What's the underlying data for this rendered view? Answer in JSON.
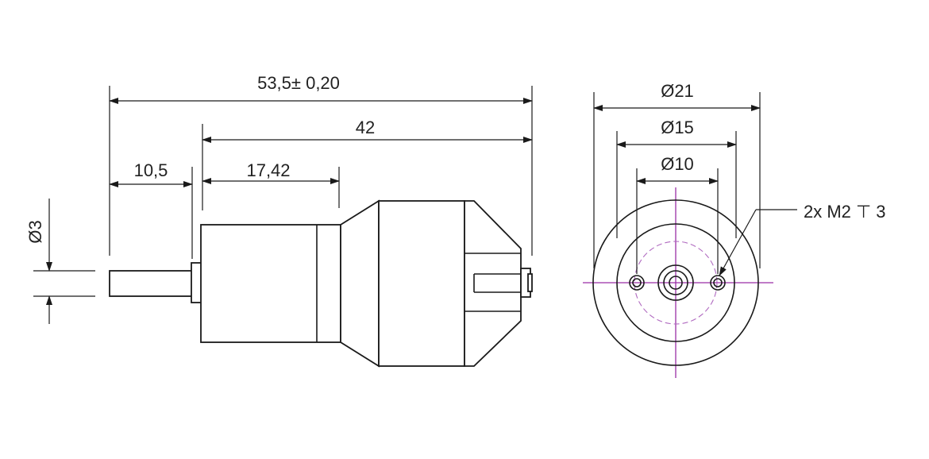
{
  "side_view": {
    "dim_overall": "53,5± 0,20",
    "dim_body": "42",
    "dim_shaft": "10,5",
    "dim_flange": "17,42",
    "dim_shaft_dia": "Ø3"
  },
  "front_view": {
    "dim_outer": "Ø21",
    "dim_mid": "Ø15",
    "dim_holes": "Ø10",
    "callout": "2x M2 ⊤ 3"
  },
  "colors": {
    "lines": "#1a1a1a",
    "centerlines": "#9a2fa6"
  }
}
